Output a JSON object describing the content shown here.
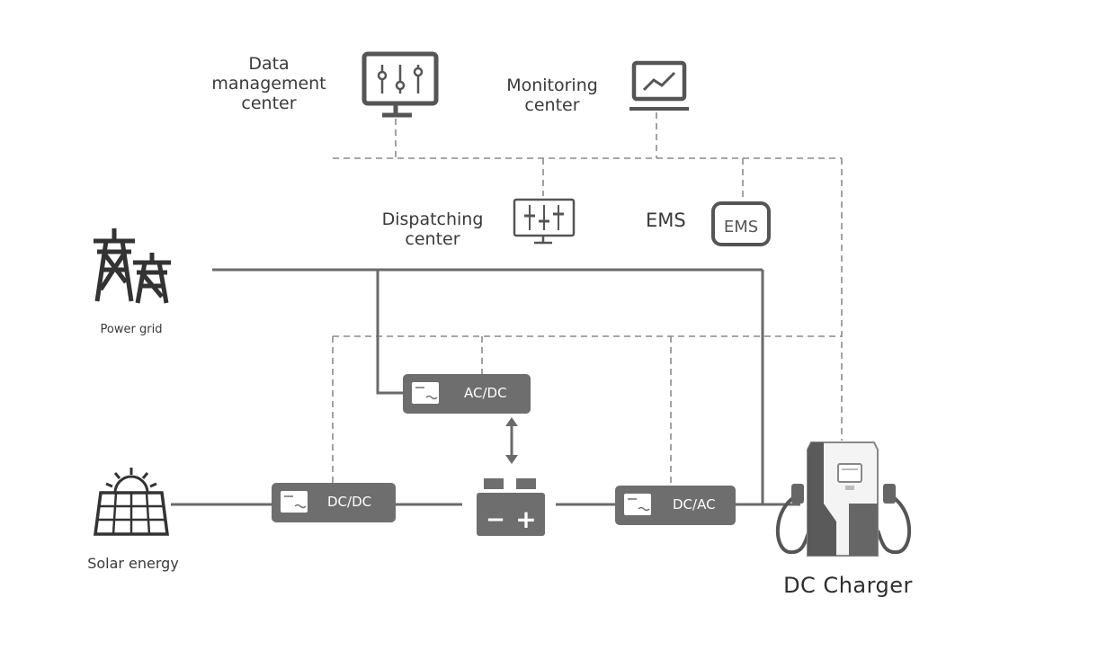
{
  "labels": {
    "data_management_center": [
      "Data",
      "management",
      "center"
    ],
    "monitoring_center": [
      "Monitoring",
      "center"
    ],
    "dispatching_center": [
      "Dispatching",
      "center"
    ],
    "ems": "EMS",
    "ems_icon_text": "EMS",
    "power_grid": "Power grid",
    "solar_energy": "Solar energy",
    "dc_charger": "DC Charger"
  },
  "converters": {
    "ac_dc": "AC/DC",
    "dc_dc": "DC/DC",
    "dc_ac": "DC/AC"
  },
  "battery": {
    "minus": "−",
    "plus": "+"
  },
  "colors": {
    "line": "#707070",
    "box": "#6e6e6e",
    "icon": "#555555",
    "dash": "#8a8a8a"
  }
}
